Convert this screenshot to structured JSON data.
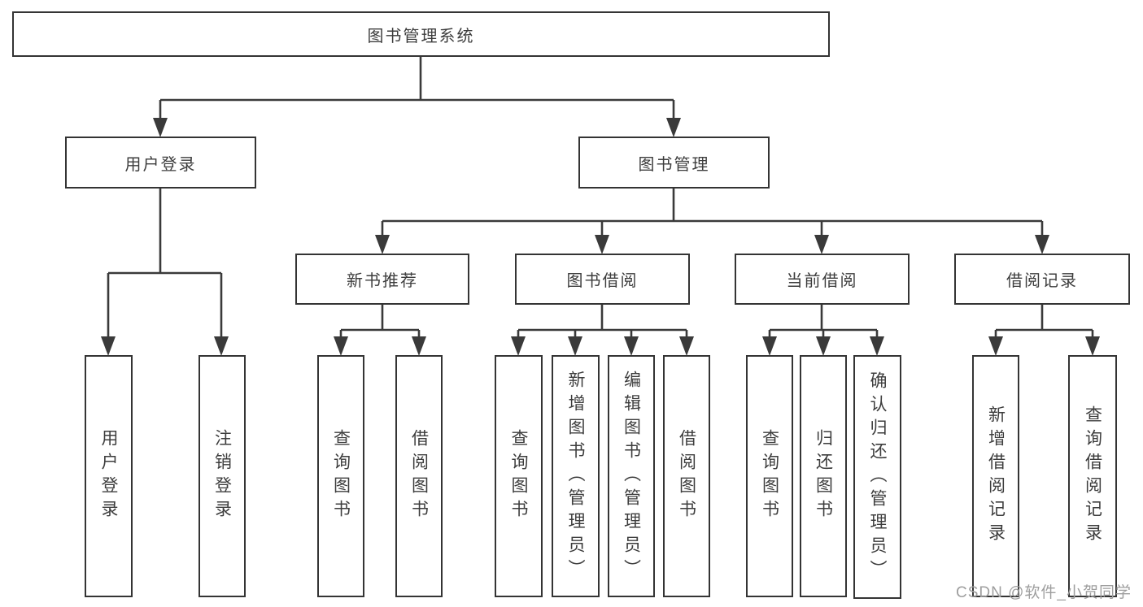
{
  "diagram": {
    "title_node": {
      "label": "图书管理系统"
    },
    "level1": [
      {
        "label": "用户登录"
      },
      {
        "label": "图书管理"
      }
    ],
    "level2": [
      {
        "label": "新书推荐"
      },
      {
        "label": "图书借阅"
      },
      {
        "label": "当前借阅"
      },
      {
        "label": "借阅记录"
      }
    ],
    "leaves": {
      "user_login": [
        "用户登录",
        "注销登录"
      ],
      "new_book": [
        "查询图书",
        "借阅图书"
      ],
      "book_borrow": [
        "查询图书",
        "新增图书（管理员）",
        "编辑图书（管理员）",
        "借阅图书"
      ],
      "current_borrow": [
        "查询图书",
        "归还图书",
        "确认归还（管理员）"
      ],
      "borrow_record": [
        "新增借阅记录",
        "查询借阅记录"
      ]
    },
    "watermark": "CSDN @软件_小贺同学",
    "colors": {
      "line": "#3a3a3a",
      "text": "#3d3d3d",
      "box_bg": "#ffffff",
      "watermark": "#9e9e9e"
    }
  }
}
